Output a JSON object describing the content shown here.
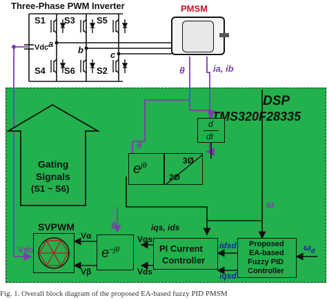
{
  "inverter": {
    "title": "Three-Phase PWM Inverter",
    "switch_labels": [
      "S1",
      "S3",
      "S5",
      "S4",
      "S6",
      "S2"
    ],
    "vdc_label": "Vdc",
    "phase_labels": [
      "a",
      "b",
      "c"
    ]
  },
  "motor": {
    "label": "PMSM",
    "theta_label": "θ",
    "current_label": "ia, ib"
  },
  "dsp": {
    "title": "DSP",
    "subtitle": "TMS320F28335"
  },
  "blocks": {
    "derivative": {
      "top": "d",
      "bottom": "dt"
    },
    "park_transform": "e^{jθ}",
    "clarke": {
      "top": "3Ø",
      "bottom": "2Ø"
    },
    "inverse_park": "e^{-jθ}",
    "pi_controller": [
      "PI Current",
      "Controller"
    ],
    "fuzzy_pid": [
      "Proposed",
      "EA-based",
      "Fuzzy PID",
      "Controller"
    ],
    "svpwm": "SVPWM"
  },
  "gating": {
    "line1": "Gating",
    "line2": "Signals",
    "line3": "(S1 ~ S6)"
  },
  "signals": {
    "theta": "θ",
    "omega": "ω",
    "omega_d": "ωd",
    "i_qs_ds": "iqs, ids",
    "i_dsd": "idsd",
    "i_qsd": "iqsd",
    "v_alpha": "Vα",
    "v_beta": "Vβ",
    "v_qs": "Vqs",
    "v_ds": "Vds",
    "vdc": "Vdc"
  },
  "caption": "Fig. 1. Overall block diagram of the proposed EA-based fuzzy PID PMSM"
}
